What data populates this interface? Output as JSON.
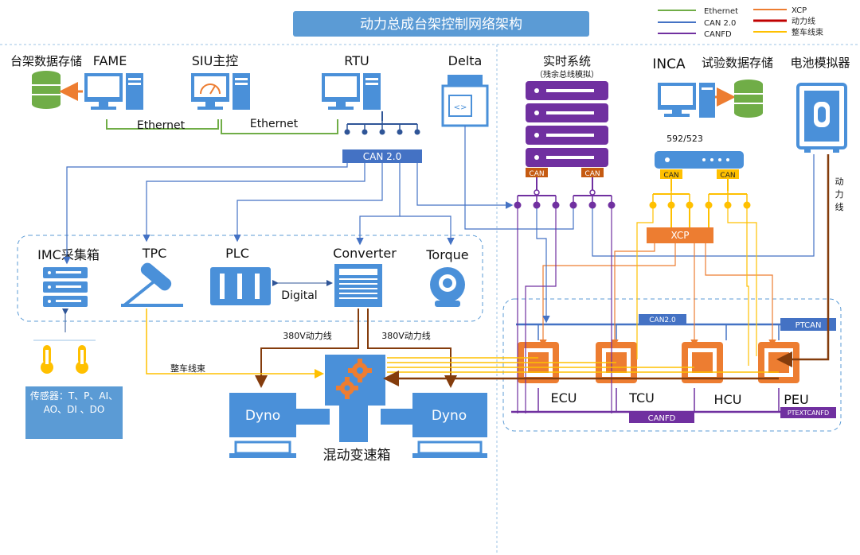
{
  "title": "动力总成台架控制网络架构",
  "legend": [
    {
      "label": "Ethernet",
      "color": "#70ad47"
    },
    {
      "label": "CAN 2.0",
      "color": "#4472c4"
    },
    {
      "label": "CANFD",
      "color": "#7030a0"
    },
    {
      "label": "XCP",
      "color": "#ed7d31"
    },
    {
      "label": "动力线",
      "color": "#c00000"
    },
    {
      "label": "整车线束",
      "color": "#ffc000"
    }
  ],
  "colors": {
    "blue": "#4a90d9",
    "ethernet": "#70ad47",
    "can": "#4472c4",
    "canfd": "#7030a0",
    "xcp": "#ed7d31",
    "power": "#843c0c",
    "harness": "#ffc000",
    "db": "#70ad47"
  },
  "nodes": {
    "rack_storage": "台架数据存储",
    "fame": "FAME",
    "siu": "SIU主控",
    "rtu": "RTU",
    "delta": "Delta",
    "realtime": "实时系统",
    "realtime_sub": "（残余总线模拟）",
    "inca": "INCA",
    "test_storage": "试验数据存储",
    "battery_sim": "电池模拟器",
    "imc": "IMC采集箱",
    "tpc": "TPC",
    "plc": "PLC",
    "converter": "Converter",
    "torque": "Torque",
    "sensors": "传感器：T、P、AI、AO、DI 、DO",
    "dyno_left": "Dyno",
    "dyno_right": "Dyno",
    "gearbox": "混动变速箱",
    "ecu": "ECU",
    "tcu": "TCU",
    "hcu": "HCU",
    "peu": "PEU"
  },
  "edge_labels": {
    "ethernet_1": "Ethernet",
    "ethernet_2": "Ethernet",
    "can20_hub": "CAN 2.0",
    "digital": "Digital",
    "power_line_v1": "380V动力线",
    "power_line_v2": "380V动力线",
    "harness": "整车线束",
    "power_line_vertical": "动力线",
    "inca_code": "592/523",
    "can_tag_1": "CAN",
    "can_tag_2": "CAN",
    "can_tag_3": "CAN",
    "can_tag_4": "CAN",
    "xcp_box": "XCP",
    "can20_bus": "CAN2.0",
    "ptcan": "PTCAN",
    "canfd_bus": "CANFD",
    "ptextcanfd": "PTEXTCANFD"
  }
}
